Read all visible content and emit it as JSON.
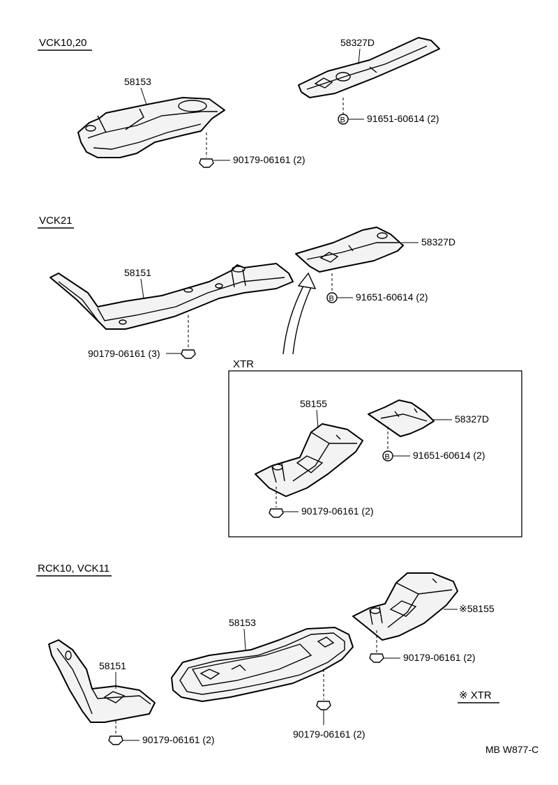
{
  "sections": {
    "vck10_20": {
      "heading": "VCK10,20"
    },
    "vck21": {
      "heading": "VCK21"
    },
    "xtr_box": {
      "heading": "XTR"
    },
    "rck10_vck11": {
      "heading": "RCK10, VCK11"
    }
  },
  "callouts": {
    "a_58153": "58153",
    "a_58327d": "58327D",
    "a_nut": "90179-06161 (2)",
    "a_bolt_mark": "B",
    "a_bolt": "91651-60614 (2)",
    "b_58151": "58151",
    "b_58327d": "58327D",
    "b_nut": "90179-06161 (3)",
    "b_bolt_mark": "B",
    "b_bolt": "91651-60614 (2)",
    "c_58155": "58155",
    "c_58327d": "58327D",
    "c_nut": "90179-06161 (2)",
    "c_bolt_mark": "B",
    "c_bolt": "91651-60614 (2)",
    "d_58151": "58151",
    "d_58153": "58153",
    "d_58155": "※58155",
    "d_nut1": "90179-06161 (2)",
    "d_nut2": "90179-06161 (2)",
    "d_nut3": "90179-06161 (2)"
  },
  "legend": {
    "xtr_note": "※ XTR"
  },
  "footer": {
    "code": "MB  W877-C"
  }
}
